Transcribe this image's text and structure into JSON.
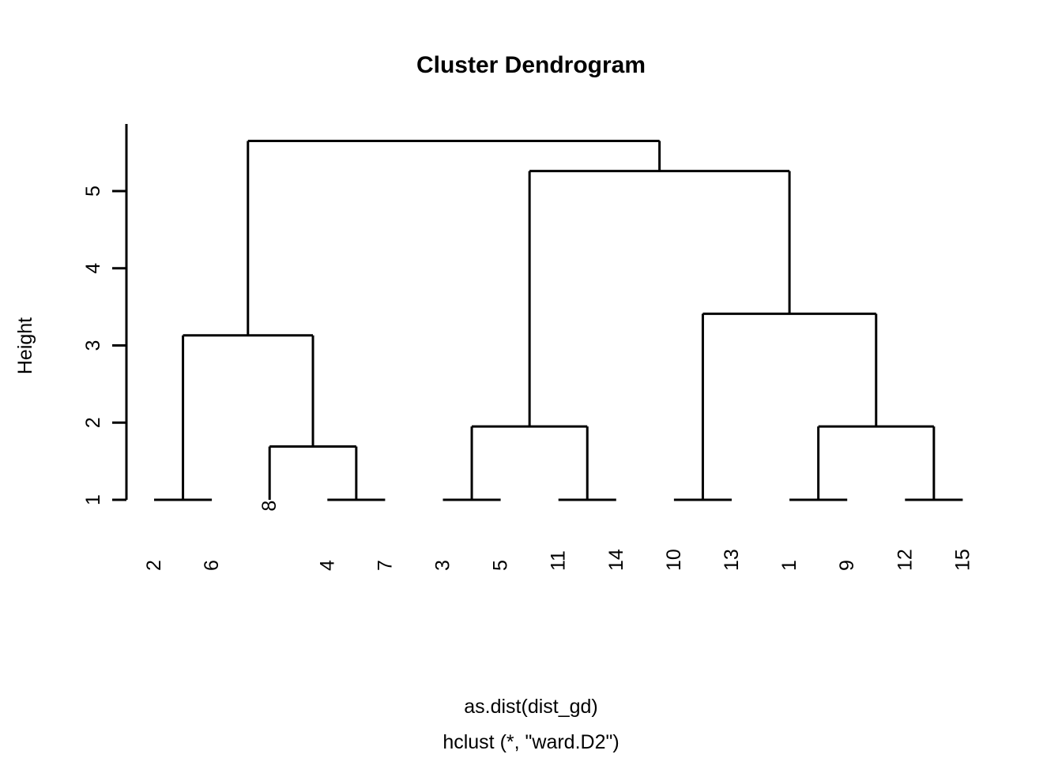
{
  "plot": {
    "title": "Cluster Dendrogram",
    "y_axis_title": "Height",
    "caption_line_1": "as.dist(dist_gd)",
    "caption_line_2": "hclust (*, \"ward.D2\")",
    "background_color": "#ffffff",
    "line_color": "#000000"
  },
  "chart_data": {
    "type": "line",
    "subtype": "dendrogram",
    "title": "Cluster Dendrogram",
    "xlabel": "as.dist(dist_gd)",
    "xlabel_sub": "hclust (*, \"ward.D2\")",
    "ylabel": "Height",
    "ylim": [
      1,
      5.8
    ],
    "ytick_values": [
      1,
      2,
      3,
      4,
      5
    ],
    "ytick_labels": [
      "1",
      "2",
      "3",
      "4",
      "5"
    ],
    "grid": false,
    "legend": false,
    "leaf_order": [
      "2",
      "6",
      "8",
      "4",
      "7",
      "3",
      "5",
      "11",
      "14",
      "10",
      "13",
      "1",
      "9",
      "12",
      "15"
    ],
    "leaf_count": 15,
    "leaf_base_height": 1,
    "elevated_leaf_labels": [
      "8"
    ],
    "linkage_method": "ward.D2",
    "merges": [
      {
        "id": "m1",
        "left": "2",
        "right": "6",
        "height": 1.0,
        "label": "{2,6}"
      },
      {
        "id": "m2",
        "left": "4",
        "right": "7",
        "height": 1.0,
        "label": "{4,7}"
      },
      {
        "id": "m3",
        "left": "3",
        "right": "5",
        "height": 1.0,
        "label": "{3,5}"
      },
      {
        "id": "m4",
        "left": "11",
        "right": "14",
        "height": 1.0,
        "label": "{11,14}"
      },
      {
        "id": "m5",
        "left": "10",
        "right": "13",
        "height": 1.0,
        "label": "{10,13}"
      },
      {
        "id": "m6",
        "left": "1",
        "right": "9",
        "height": 1.0,
        "label": "{1,9}"
      },
      {
        "id": "m7",
        "left": "12",
        "right": "15",
        "height": 1.0,
        "label": "{12,15}"
      },
      {
        "id": "m8",
        "left": "8",
        "right": "m2",
        "height": 1.69,
        "label": "{8,{4,7}}"
      },
      {
        "id": "m9",
        "left": "m3",
        "right": "m4",
        "height": 1.95,
        "label": "{{3,5},{11,14}}"
      },
      {
        "id": "m10",
        "left": "m6",
        "right": "m7",
        "height": 1.95,
        "label": "{{1,9},{12,15}}"
      },
      {
        "id": "m11",
        "left": "m1",
        "right": "m8",
        "height": 3.13,
        "label": "{{2,6},{8,4,7}}"
      },
      {
        "id": "m12",
        "left": "m5",
        "right": "m10",
        "height": 3.41,
        "label": "{{10,13},{1,9,12,15}}"
      },
      {
        "id": "m13",
        "left": "m9",
        "right": "m12",
        "height": 5.26,
        "label": "{{3,5,11,14},{10,13,1,9,12,15}}"
      },
      {
        "id": "m14",
        "left": "m11",
        "right": "m13",
        "height": 5.65,
        "label": "root"
      }
    ]
  }
}
